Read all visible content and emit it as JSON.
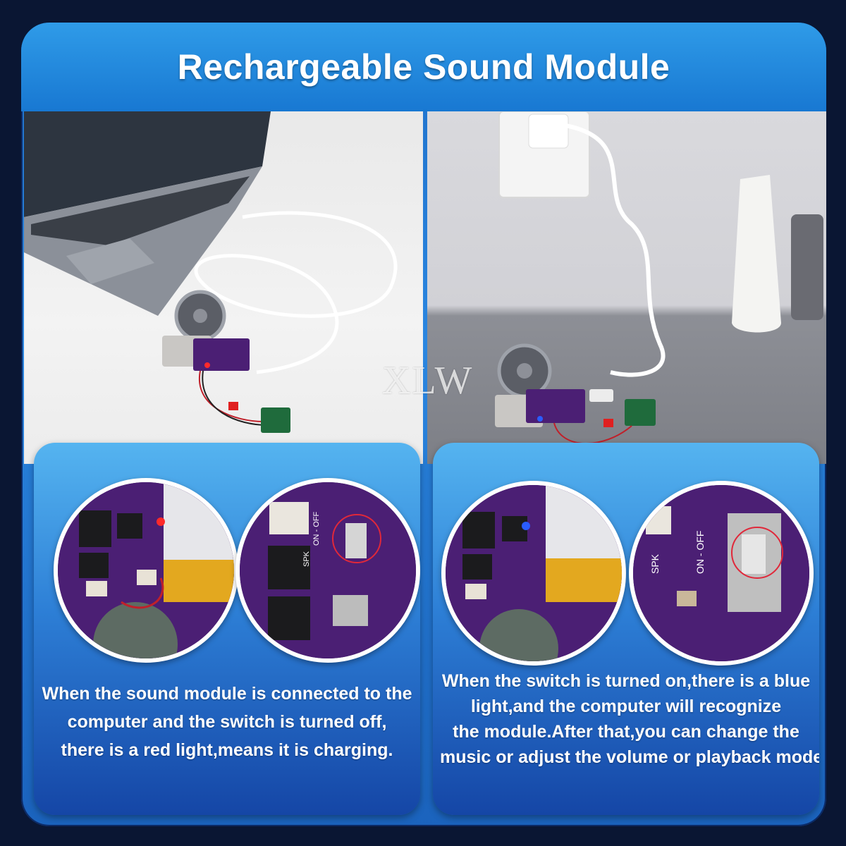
{
  "header": {
    "title": "Rechargeable Sound Module"
  },
  "watermark": {
    "text": "XLW"
  },
  "left_panel": {
    "caption_lines": [
      "When the sound module is connected to the",
      "computer and the switch is turned off,",
      "there is a red light,means it is charging."
    ],
    "led_color": "#ff2a2a"
  },
  "right_panel": {
    "caption_lines": [
      "When the switch is turned on,there is a blue",
      "light,and the computer will recognize",
      "the module.After that,you can change the",
      "music or adjust the volume or playback mode."
    ],
    "led_color": "#2a5cff"
  },
  "pcb_labels": {
    "switch": "ON - OFF",
    "speaker": "SPK"
  },
  "colors": {
    "frame": "#1e6fc9",
    "pcb": "#4b1f74",
    "highlight": "#e0283a"
  }
}
